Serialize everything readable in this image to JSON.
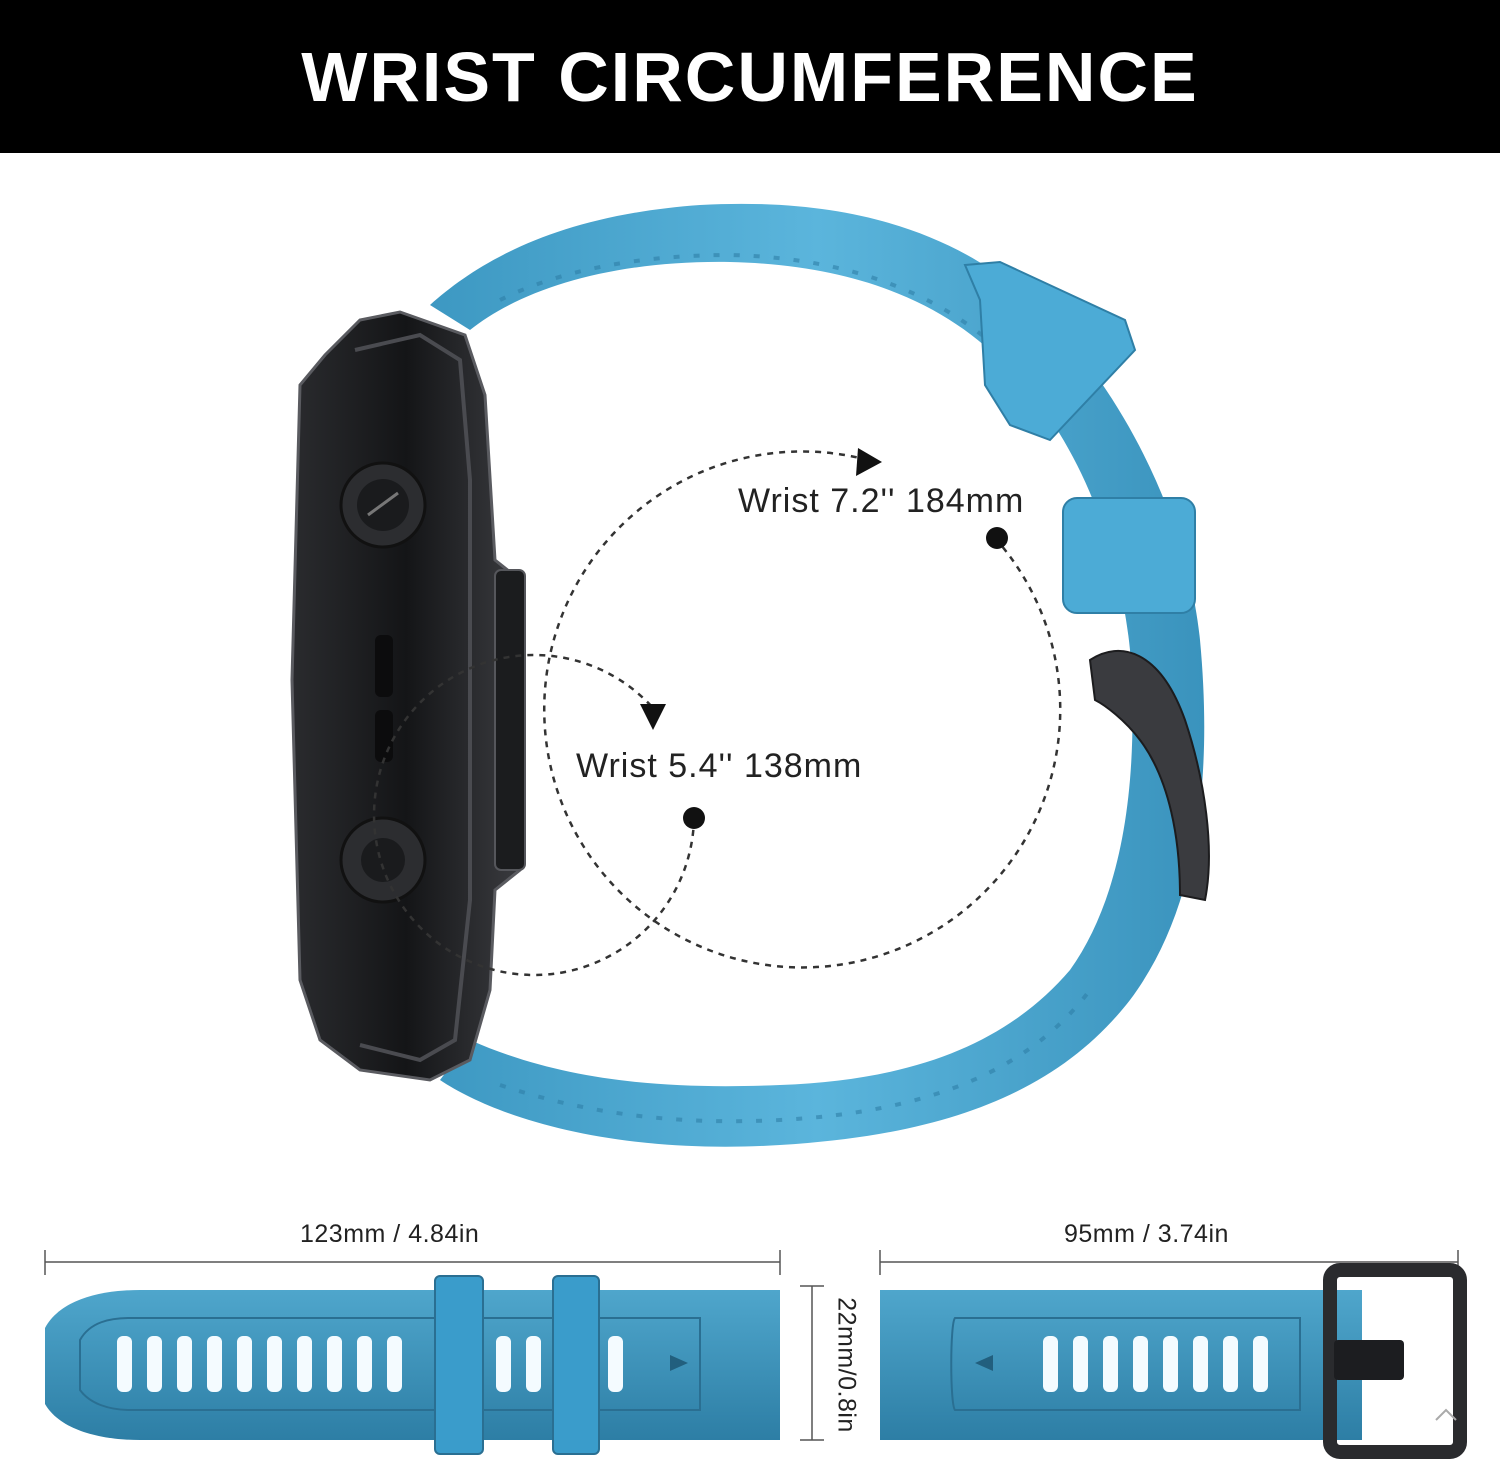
{
  "header": {
    "title": "WRIST CIRCUMFERENCE"
  },
  "wrist": {
    "large_label": "Wrist 7.2'' 184mm",
    "small_label": "Wrist 5.4'' 138mm"
  },
  "dimensions": {
    "long_strap": "123mm / 4.84in",
    "short_strap": "95mm / 3.74in",
    "width": "22mm/0.8in"
  },
  "colors": {
    "strap": "#4aa6cf",
    "strap_dark": "#2f7fa6",
    "case": "#1e1f22",
    "header_bg": "#000000",
    "header_text": "#ffffff"
  }
}
